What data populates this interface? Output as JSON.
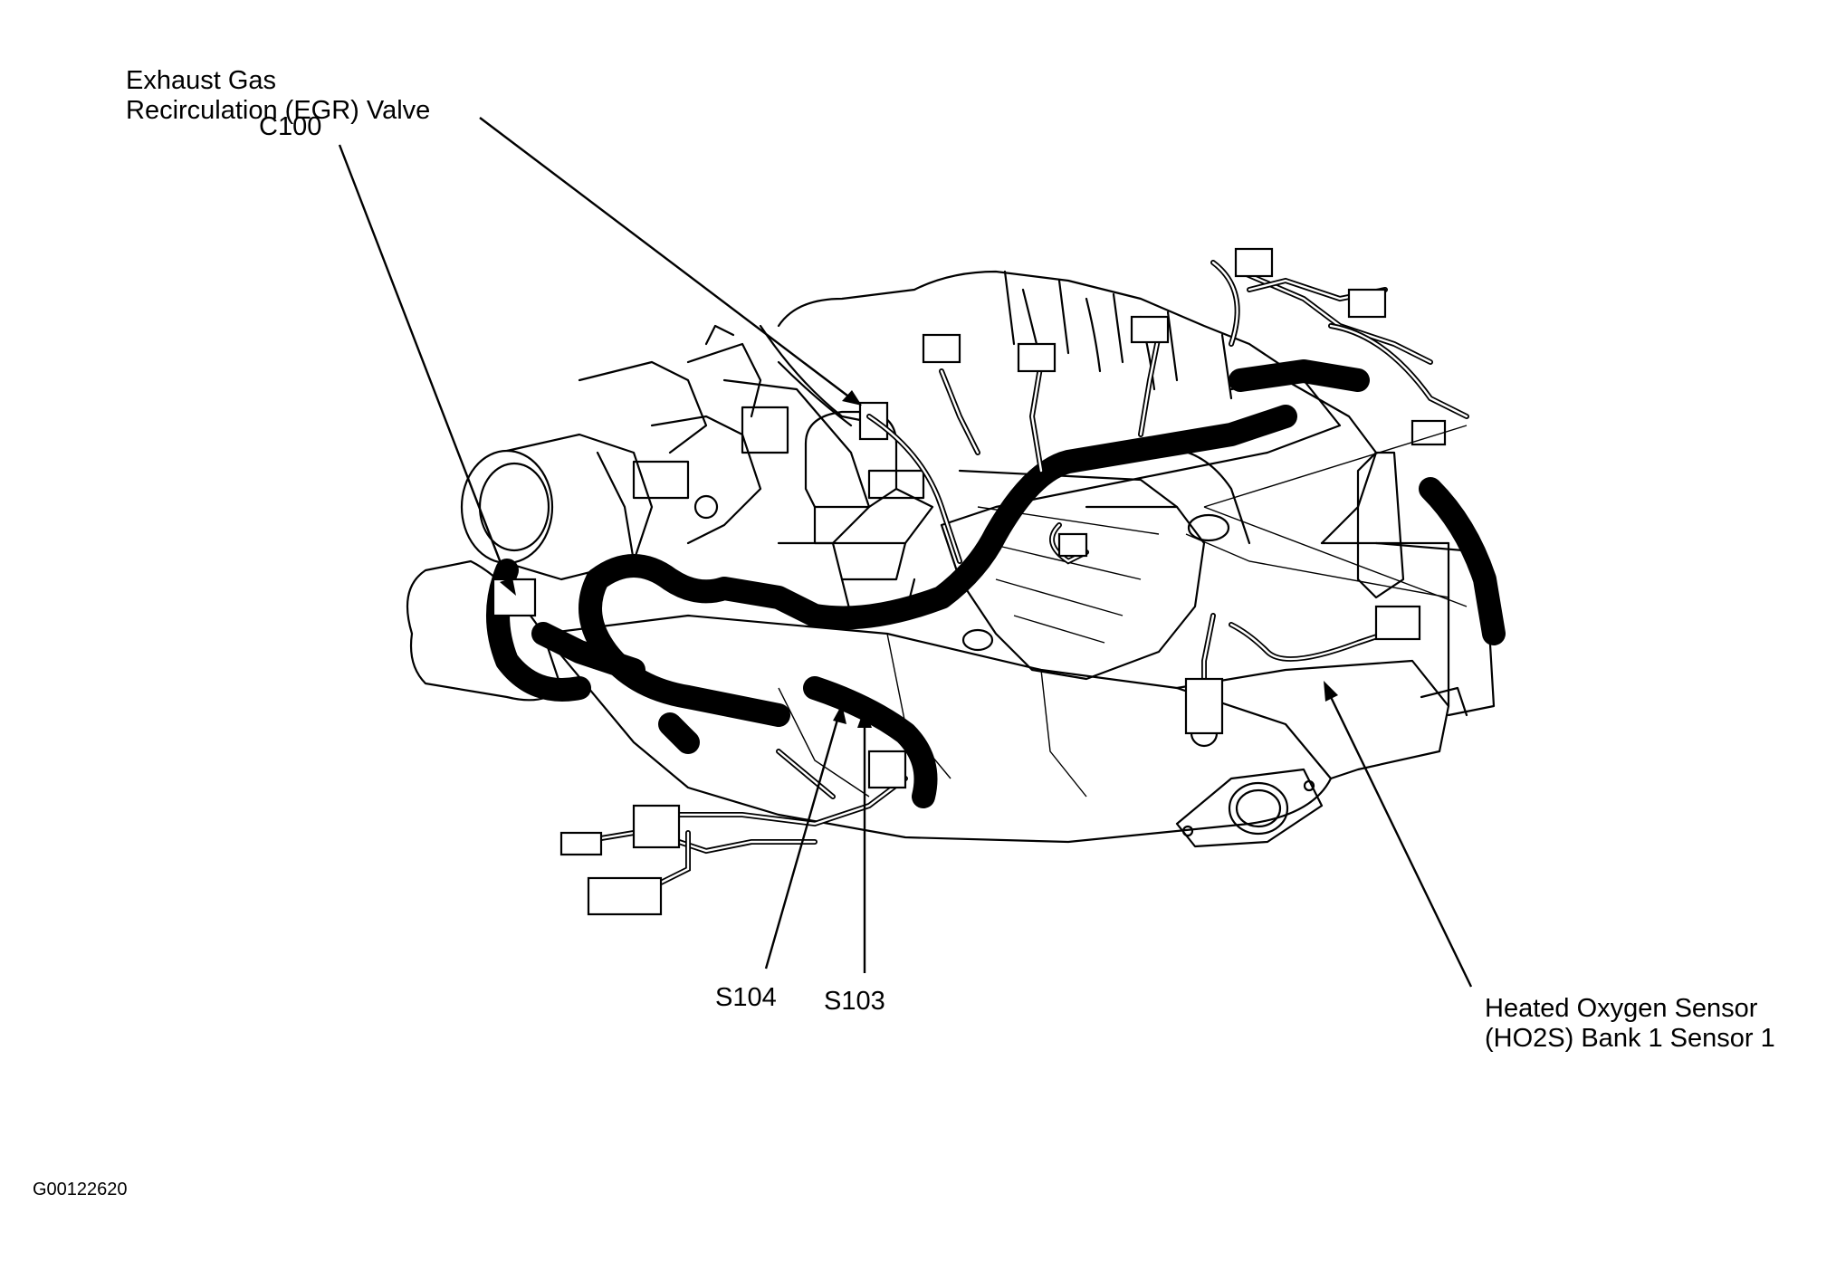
{
  "labels": {
    "egr_line1": "Exhaust Gas",
    "egr_line2": "Recirculation (EGR) Valve",
    "c100": "C100",
    "s104": "S104",
    "s103": "S103",
    "ho2s_line1": "Heated Oxygen Sensor",
    "ho2s_line2": "(HO2S) Bank 1 Sensor 1"
  },
  "figure_id": "G00122620"
}
